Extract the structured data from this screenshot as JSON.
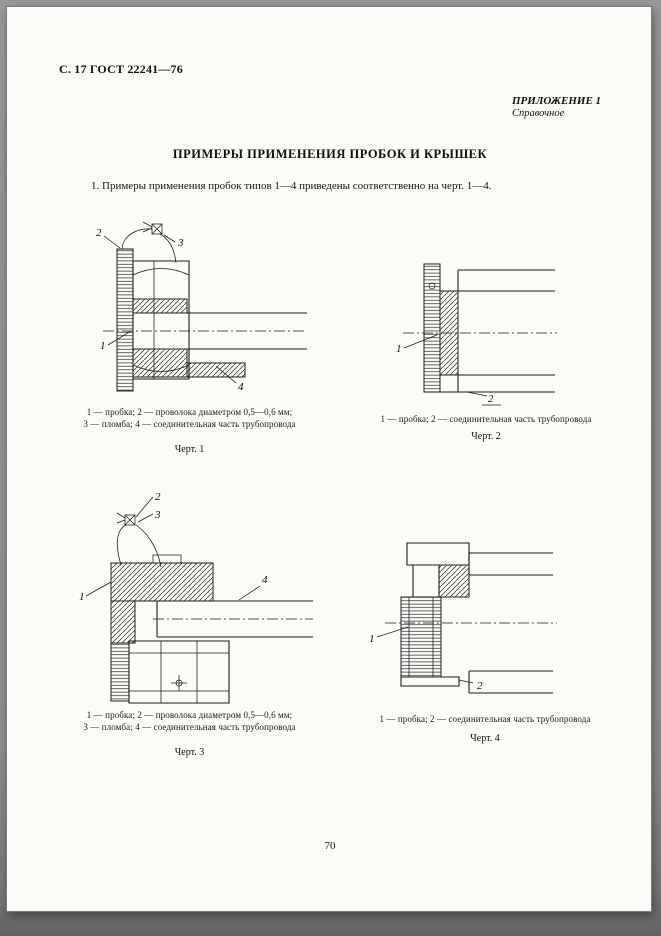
{
  "page": {
    "header": "С. 17 ГОСТ 22241—76",
    "appendix": {
      "title": "ПРИЛОЖЕНИЕ 1",
      "subtitle": "Справочное"
    },
    "title": "ПРИМЕРЫ ПРИМЕНЕНИЯ ПРОБОК И КРЫШЕК",
    "intro": "1. Примеры применения пробок типов 1—4 приведены соответственно на черт. 1—4.",
    "page_number": "70"
  },
  "figures": {
    "fig1": {
      "label": "Черт. 1",
      "caption_line1": "1 — пробка; 2 — проволока диаметром 0,5—0,6 мм;",
      "caption_line2": "3 — пломба; 4 — соединительная часть трубопровода",
      "callout1": "1",
      "callout2": "2",
      "callout3": "3",
      "callout4": "4"
    },
    "fig2": {
      "label": "Черт. 2",
      "caption_line1": "1 — пробка; 2 — соединительная часть трубопровода",
      "callout1": "1",
      "callout2": "2"
    },
    "fig3": {
      "label": "Черт. 3",
      "caption_line1": "1 — пробка; 2 — проволока диаметром 0,5—0,6 мм;",
      "caption_line2": "3 — пломба; 4 — соединительная часть трубопровода",
      "callout1": "1",
      "callout2": "2",
      "callout3": "3",
      "callout4": "4"
    },
    "fig4": {
      "label": "Черт. 4",
      "caption_line1": "1 — пробка; 2 — соединительная часть трубопровода",
      "callout1": "1",
      "callout2": "2"
    }
  }
}
